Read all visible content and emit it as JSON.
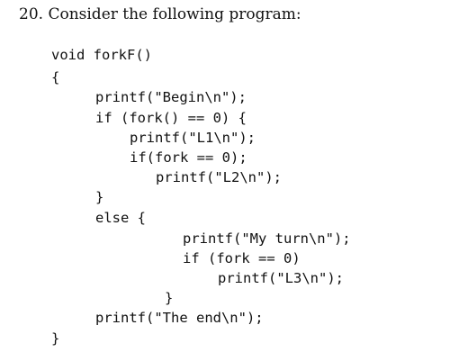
{
  "question": {
    "number": "20.",
    "text": "Consider the following program:"
  },
  "code": {
    "lines": [
      "void forkF()",
      "{",
      "printf(\"Begin\\n\");",
      "if (fork() == 0) {",
      "printf(\"L1\\n\");",
      "if(fork == 0);",
      "printf(\"L2\\n\");",
      "}",
      "else {",
      "printf(\"My turn\\n\");",
      "if (fork == 0)",
      "printf(\"L3\\n\");",
      "}",
      "printf(\"The end\\n\");",
      "}"
    ]
  }
}
